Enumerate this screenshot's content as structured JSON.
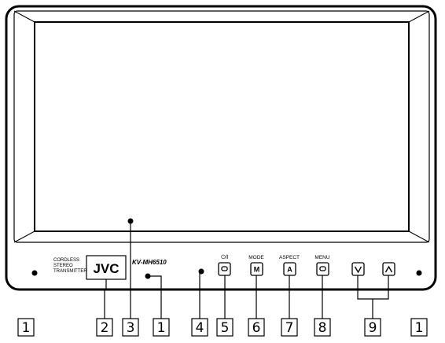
{
  "device": {
    "brand_logo": "JVC",
    "model": "KV-MH6510",
    "transmitter_label": [
      "CORDLESS",
      "STEREO",
      "TRANSMITTER"
    ]
  },
  "buttons": [
    {
      "id": "power",
      "label": "⏻/I",
      "glyph": "▭"
    },
    {
      "id": "mode",
      "label": "MODE",
      "glyph": "M"
    },
    {
      "id": "aspect",
      "label": "ASPECT",
      "glyph": "A"
    },
    {
      "id": "menu",
      "label": "MENU",
      "glyph": "▭"
    },
    {
      "id": "down",
      "label": "",
      "glyph": "∨"
    },
    {
      "id": "up",
      "label": "",
      "glyph": "∧"
    }
  ],
  "callouts": [
    "1",
    "2",
    "3",
    "1",
    "4",
    "5",
    "6",
    "7",
    "8",
    "9",
    "1"
  ],
  "colors": {
    "line": "#000000",
    "screen": "#ffffff",
    "background": "#ffffff"
  }
}
